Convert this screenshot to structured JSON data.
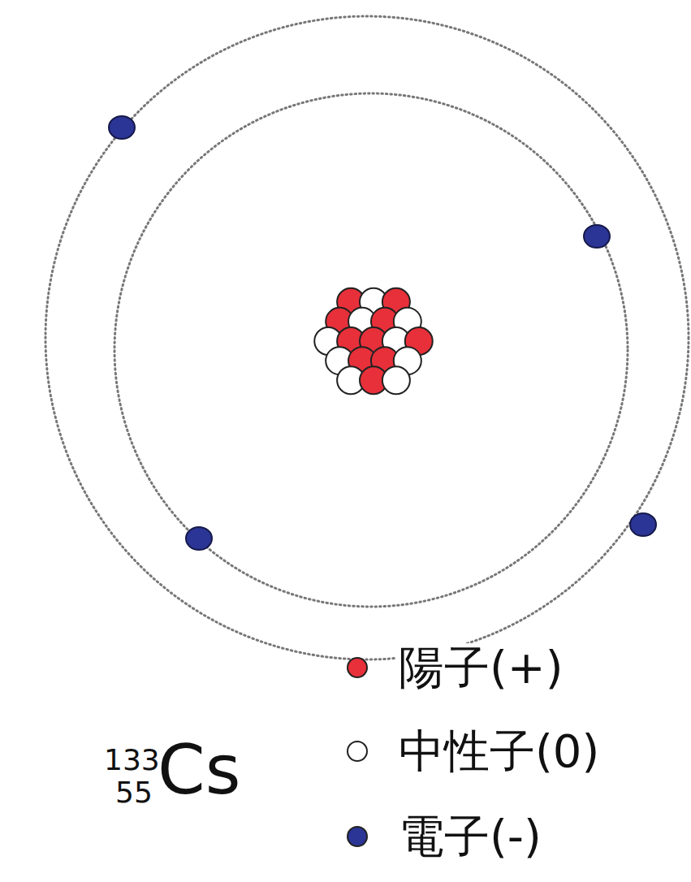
{
  "diagram": {
    "labels": [
      "133",
      "55",
      "Cs"
    ],
    "legend": [
      {
        "text": "陽子(+)",
        "color": "#e8303a"
      },
      {
        "text": "中性子(0)",
        "color": "#ffffff"
      },
      {
        "text": "電子(-)",
        "color": "#2b3595"
      }
    ]
  }
}
